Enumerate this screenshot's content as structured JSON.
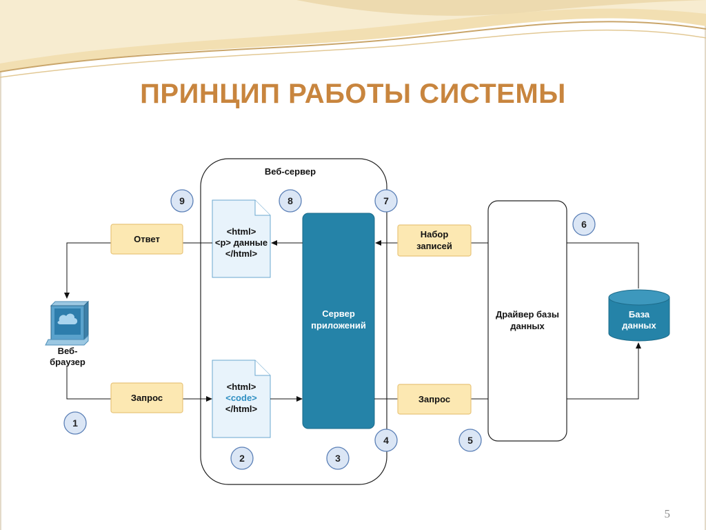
{
  "slide": {
    "title": "ПРИНЦИП РАБОТЫ СИСТЕМЫ",
    "page_number": "5"
  },
  "diagram": {
    "web_server_label": "Веб-сервер",
    "browser_label": [
      "Веб-",
      "браузер"
    ],
    "response_label": "Ответ",
    "request_label_left": "Запрос",
    "request_label_right": "Запрос",
    "recordset_label": [
      "Набор",
      "записей"
    ],
    "html_response_doc": [
      "<html>",
      "<p> данные",
      "</html>"
    ],
    "html_request_doc": [
      "<html>",
      "<code>",
      "</html>"
    ],
    "app_server_label": [
      "Сервер",
      "приложений"
    ],
    "db_driver_label": [
      "Драйвер базы",
      "данных"
    ],
    "database_label": [
      "База",
      "данных"
    ],
    "steps": [
      "1",
      "2",
      "3",
      "4",
      "5",
      "6",
      "7",
      "8",
      "9"
    ]
  },
  "colors": {
    "title": "#c8853e",
    "label_fill": "#fce8b2",
    "label_stroke": "#e8c47a",
    "app_server": "#2583a8",
    "database": "#2583a8",
    "step_circle": "#dbe6f5",
    "step_stroke": "#5a7fb6",
    "code_text": "#2f8fc2"
  }
}
